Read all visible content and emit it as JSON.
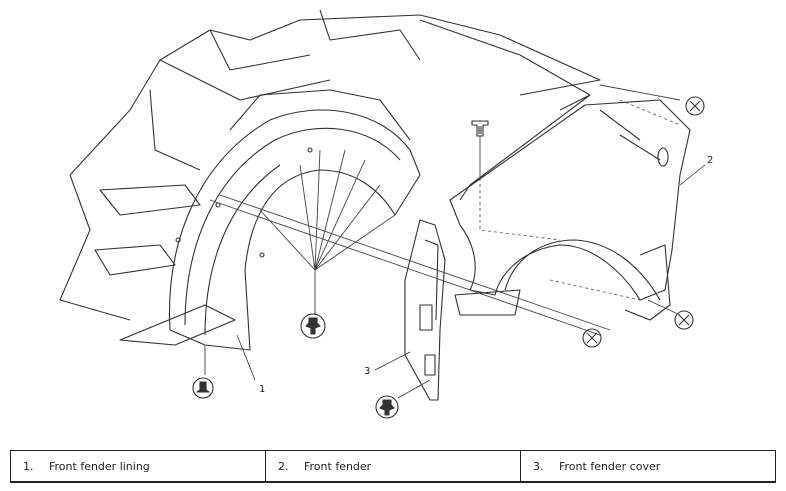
{
  "diagram": {
    "callouts": [
      "1",
      "2",
      "3"
    ],
    "fastener_icons": [
      "screw-icon",
      "clip-icon",
      "push-pin-icon"
    ]
  },
  "legend": [
    {
      "num": "1.",
      "label": "Front fender lining"
    },
    {
      "num": "2.",
      "label": "Front fender"
    },
    {
      "num": "3.",
      "label": "Front fender cover"
    }
  ]
}
